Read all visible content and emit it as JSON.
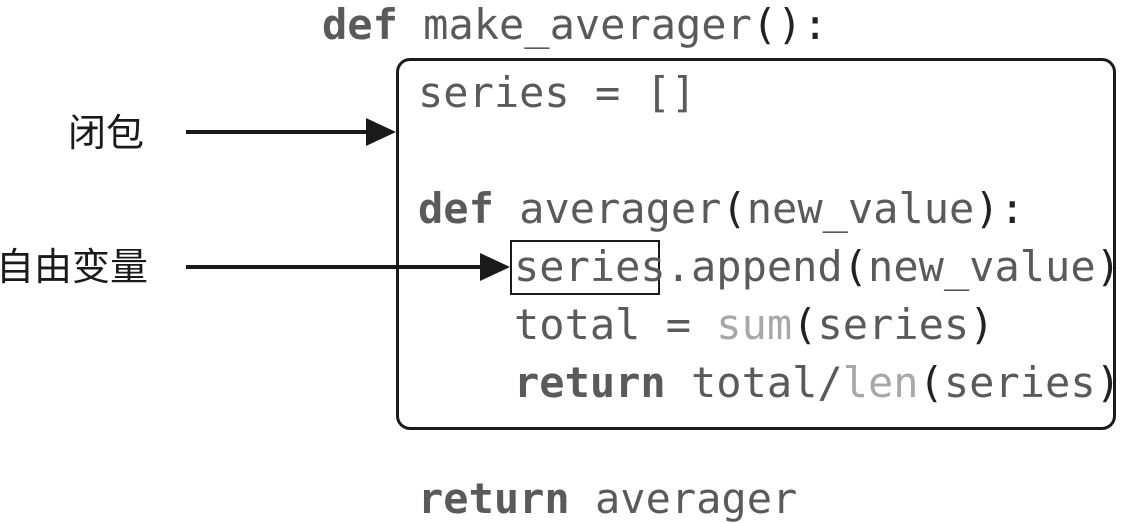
{
  "code": {
    "outer_def_kw": "def",
    "outer_def_name": "make_averager",
    "outer_def_punct": "():",
    "series_init": "series = []",
    "inner_def_kw": "def",
    "inner_def_name": "averager",
    "inner_def_paren_open": "(",
    "inner_def_param": "new_value",
    "inner_def_paren_close": "):",
    "append_target": "series",
    "append_call": ".append",
    "append_paren_open": "(",
    "append_arg": "new_value",
    "append_paren_close": ")",
    "total_lhs": "total = ",
    "total_fn": "sum",
    "total_paren_open": "(",
    "total_arg": "series",
    "total_paren_close": ")",
    "return_kw": "return",
    "return_expr": " total/",
    "return_fn": "len",
    "return_paren_open": "(",
    "return_arg": "series",
    "return_paren_close": ")",
    "outer_return_kw": "return",
    "outer_return_name": " averager"
  },
  "labels": {
    "closure": "闭包",
    "free_variable": "自由变量"
  }
}
